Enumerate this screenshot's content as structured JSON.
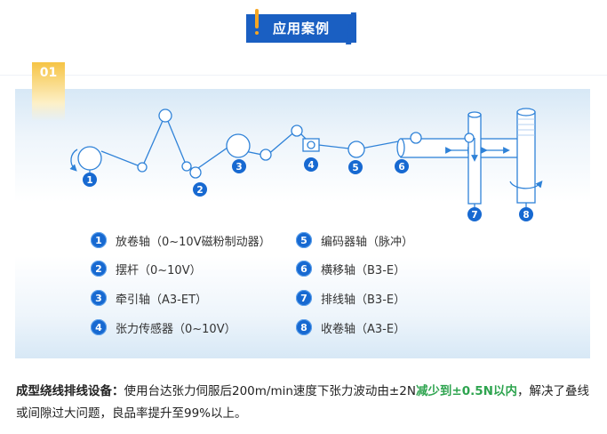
{
  "banner": {
    "title": "应用案例"
  },
  "section": {
    "number": "01"
  },
  "diagram": {
    "markers": [
      "1",
      "2",
      "3",
      "4",
      "5",
      "6",
      "7",
      "8"
    ]
  },
  "legend": [
    {
      "num": "1",
      "text": "放卷轴（0~10V磁粉制动器）"
    },
    {
      "num": "2",
      "text": "摆杆（0~10V）"
    },
    {
      "num": "3",
      "text": "牵引轴（A3-ET）"
    },
    {
      "num": "4",
      "text": "张力传感器（0~10V）"
    },
    {
      "num": "5",
      "text": "编码器轴（脉冲）"
    },
    {
      "num": "6",
      "text": "横移轴（B3-E）"
    },
    {
      "num": "7",
      "text": "排线轴（B3-E）"
    },
    {
      "num": "8",
      "text": "收卷轴（A3-E）"
    }
  ],
  "caption": {
    "label": "成型绕线排线设备：",
    "text1": "使用台达张力伺服后200m/min速度下张力波动由±2N",
    "highlight": "减少到±0.5N以内",
    "text2": "，解决了叠线或间隙过大问题，良品率提升至99%以上。"
  },
  "colors": {
    "accent": "#1a5fc2",
    "marker": "#1769d1",
    "highlight": "#2ea44f",
    "tab": "#f6c445"
  }
}
